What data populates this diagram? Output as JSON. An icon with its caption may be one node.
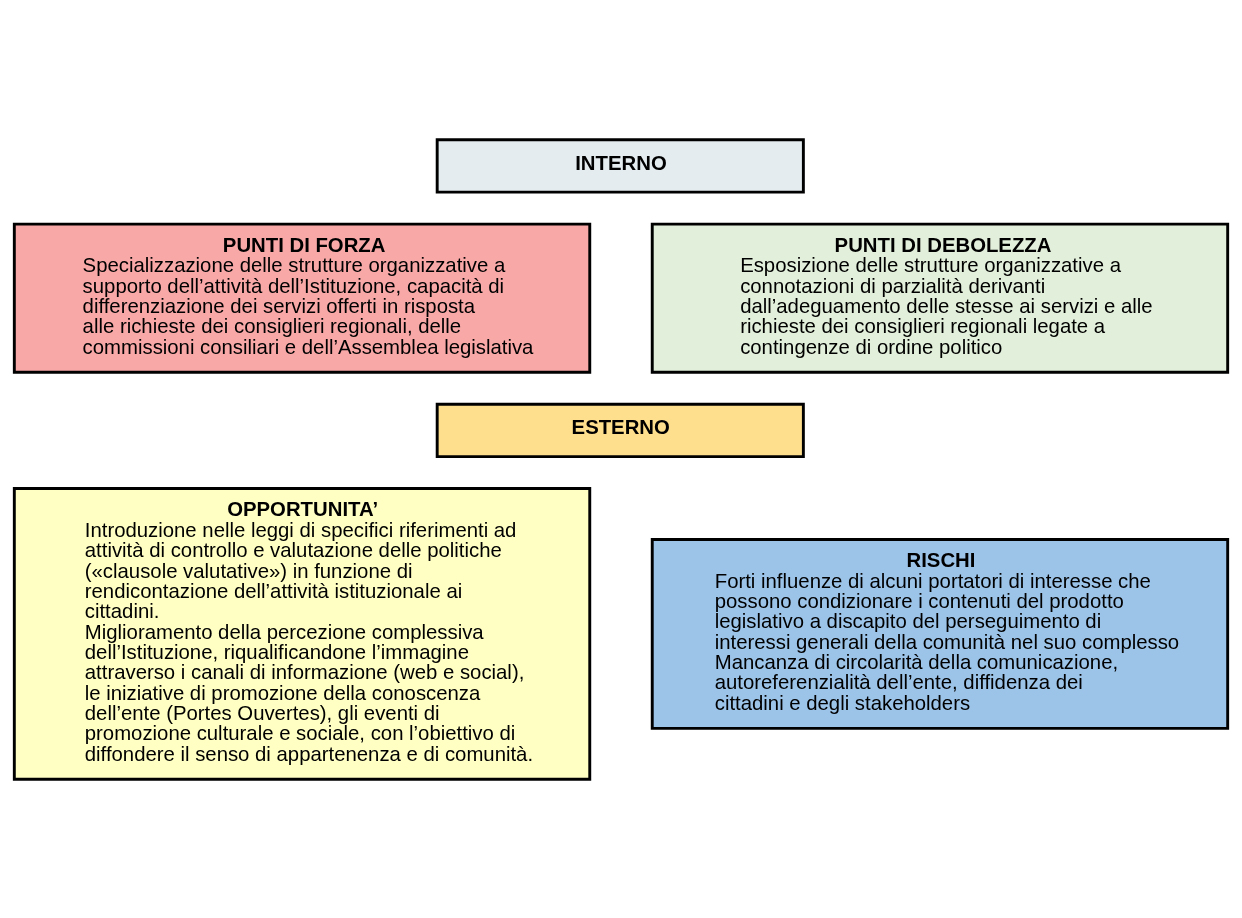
{
  "diagram": {
    "nodes": [
      {
        "text": [
          "INTERNO"
        ]
      },
      {
        "text": [
          "PUNTI DI FORZA",
          "Specializzazione delle strutture organizzative a supporto dell’attività dell’Istituzione, capacità di differenziazione dei servizi offerti in risposta alle richieste dei consiglieri regionali, delle commissioni consiliari e dell’Assemblea legislativa"
        ]
      },
      {
        "text": [
          "PUNTI DI DEBOLEZZA",
          "Esposizione delle strutture organizzative a connotazioni di parzialità derivanti dall’adeguamento delle stesse ai servizi e alle richieste dei consiglieri regionali legate a contingenze di ordine politico"
        ]
      },
      {
        "text": [
          "ESTERNO"
        ]
      },
      {
        "text": [
          "OPPORTUNITA’",
          "Introduzione nelle leggi di specifici riferimenti ad attività di controllo e valutazione delle politiche («clausole valutative») in funzione di rendicontazione dell’attività istituzionale ai cittadini.",
          "Miglioramento della percezione complessiva dell’Istituzione, riqualificandone l’immagine attraverso i canali di informazione (web e social), le iniziative di promozione della conoscenza dell’ente (Portes Ouvertes), gli eventi di promozione culturale e sociale, con l’obiettivo di diffondere il senso di appartenenza e di comunità."
        ]
      },
      {
        "text": [
          "RISCHI",
          "Forti influenze di alcuni portatori di interesse che possono condizionare i contenuti del prodotto legislativo a discapito del perseguimento di interessi generali della comunità nel suo complesso",
          "Mancanza di circolarità della comunicazione, autoreferenzialità dell’ente, diffidenza dei cittadini e degli stakeholders"
        ]
      }
    ],
    "edges": []
  }
}
